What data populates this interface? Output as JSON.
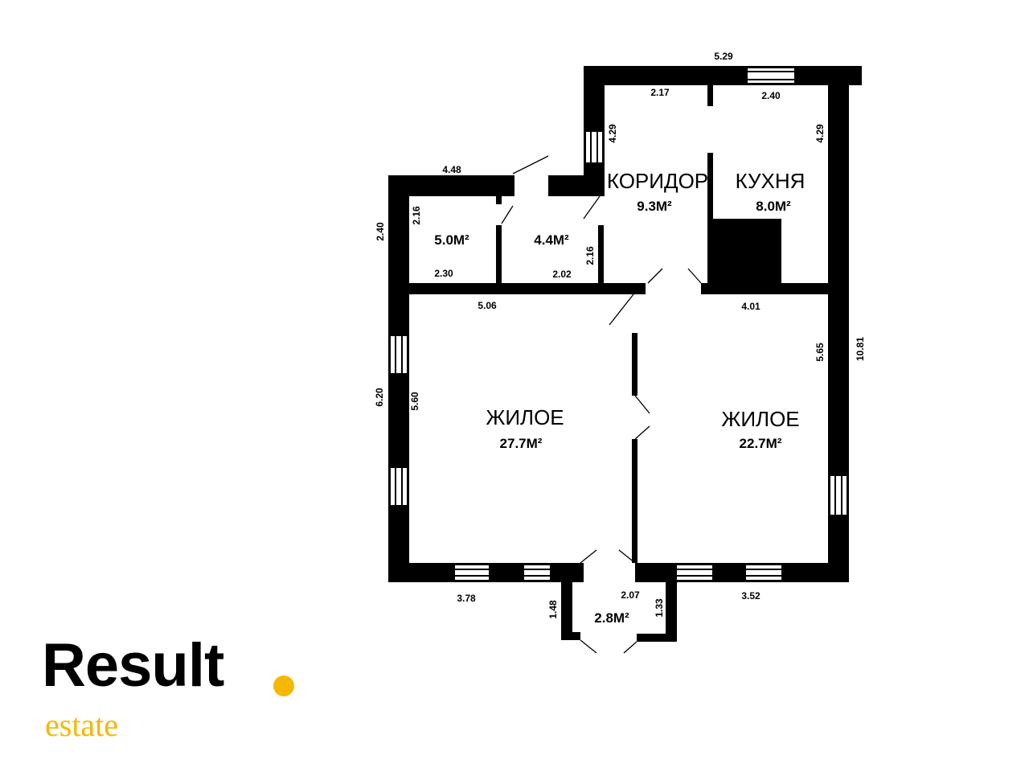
{
  "rooms": [
    {
      "name": "КОРИДОР",
      "area": "9.3М²"
    },
    {
      "name": "КУХНЯ",
      "area": "8.0М²"
    },
    {
      "name": "",
      "area": "5.0М²"
    },
    {
      "name": "",
      "area": "4.4М²"
    },
    {
      "name": "ЖИЛОЕ",
      "area": "27.7М²"
    },
    {
      "name": "ЖИЛОЕ",
      "area": "22.7М²"
    },
    {
      "name": "",
      "area": "2.8М²"
    }
  ],
  "dimensions": [
    "5.29",
    "2.17",
    "2.40",
    "4.29",
    "4.29",
    "4.48",
    "2.16",
    "2.40",
    "2.30",
    "2.02",
    "2.16",
    "5.06",
    "4.01",
    "5.65",
    "10.81",
    "6.20",
    "5.60",
    "3.78",
    "1.48",
    "2.07",
    "1.33",
    "3.52"
  ],
  "logo": {
    "main": "Result",
    "sub": "estate",
    "accent_color": "#f5b800"
  }
}
